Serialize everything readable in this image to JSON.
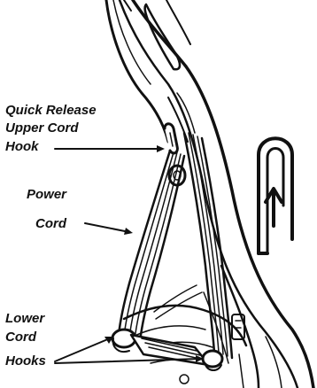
{
  "labels": {
    "quick_release": {
      "line1": "Quick Release",
      "line2": "Upper Cord",
      "line3": "Hook"
    },
    "power_cord": {
      "line1": "Power",
      "line2": "Cord"
    },
    "lower_hooks": {
      "line1": "Lower",
      "line2": "Cord",
      "line3": "Hooks"
    }
  },
  "colors": {
    "ink": "#111111",
    "paper": "#ffffff"
  },
  "icons": {
    "rotation_arrow": "u-turn-arrow-icon"
  }
}
